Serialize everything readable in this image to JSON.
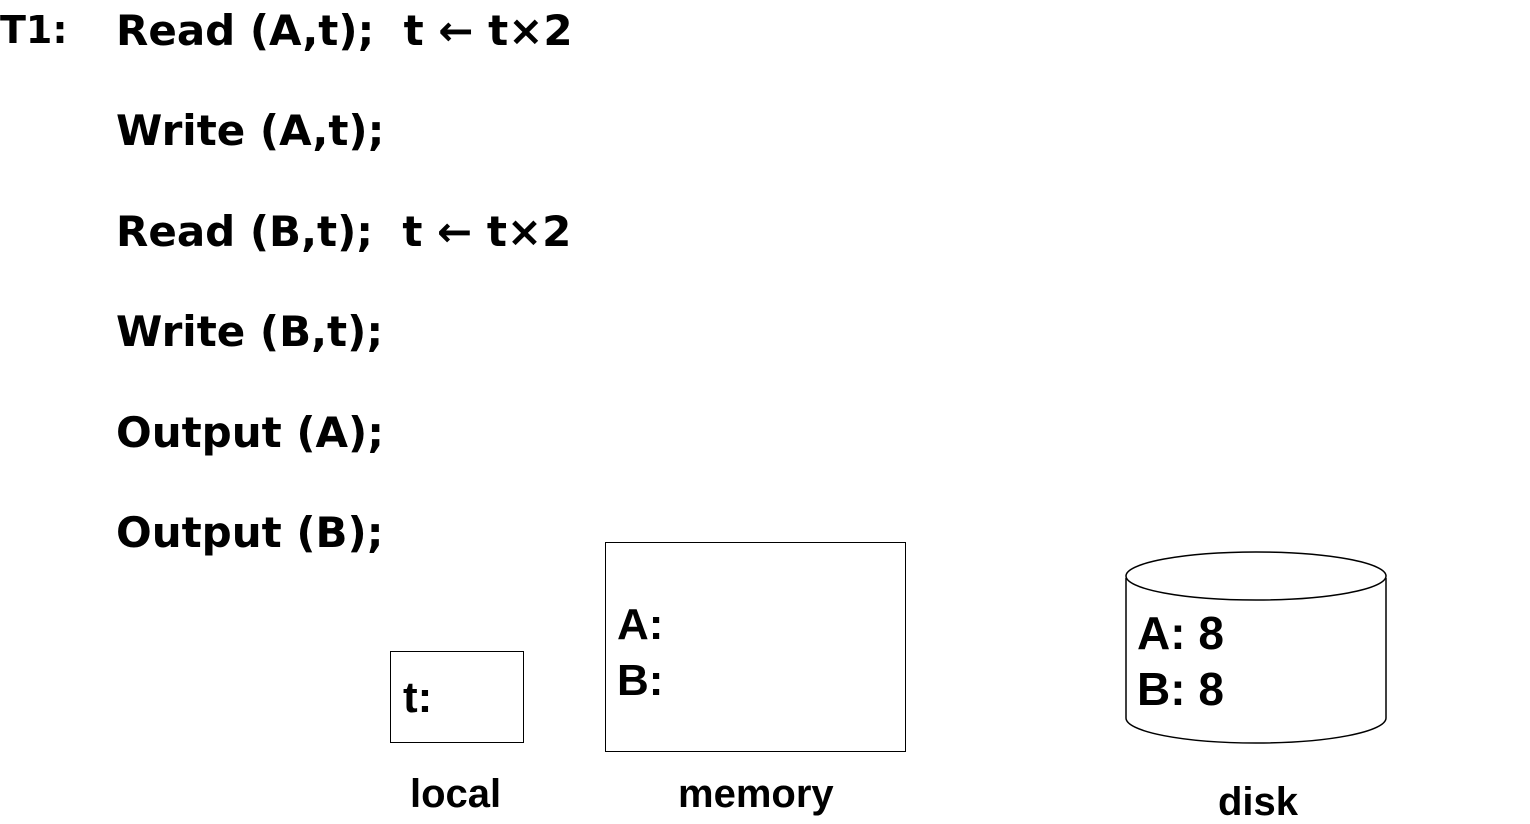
{
  "transaction": {
    "label": "T1:",
    "lines": [
      "Read (A,t);  t ← t×2",
      "Write (A,t);",
      "Read (B,t);  t ← t×2",
      "Write (B,t);",
      "Output (A);",
      "Output (B);"
    ]
  },
  "local": {
    "content": "t:",
    "caption": "local"
  },
  "memory": {
    "a": "A:",
    "b": "B:",
    "caption": "memory"
  },
  "disk": {
    "a": "A: 8",
    "b": "B: 8",
    "caption": "disk"
  }
}
